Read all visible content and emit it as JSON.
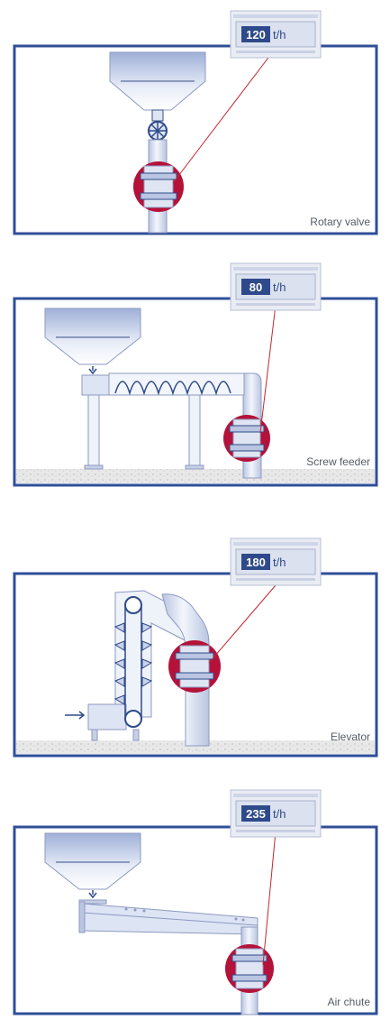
{
  "colors": {
    "frame": "#2f4f98",
    "pipe": "#dde4f3",
    "pipe_stroke": "#8d9ac2",
    "flowmeter_red": "#b5123a",
    "signal_line": "#c4262e",
    "ground": "#e6e6e6",
    "display_bg": "#e9ecf4",
    "display_value_bg": "#2e4a8a"
  },
  "panels": [
    {
      "label": "Rotary valve",
      "display": {
        "value": "120",
        "unit": "t/h"
      }
    },
    {
      "label": "Screw feeder",
      "display": {
        "value": "80",
        "unit": "t/h"
      }
    },
    {
      "label": "Elevator",
      "display": {
        "value": "180",
        "unit": "t/h"
      }
    },
    {
      "label": "Air chute",
      "display": {
        "value": "235",
        "unit": "t/h"
      }
    }
  ]
}
